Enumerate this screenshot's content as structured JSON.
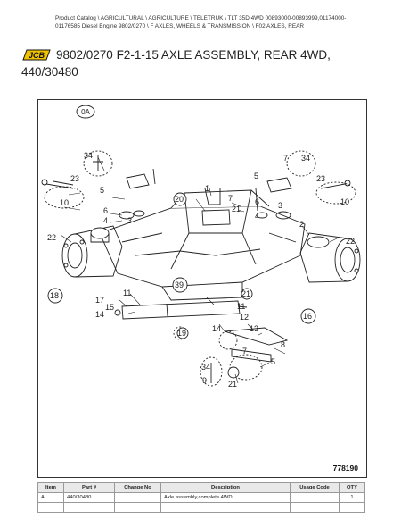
{
  "breadcrumb": "Product Catalog  \\  AGRICULTURAL  \\  AGRICULTURE  \\  TELETRUK  \\  TLT 35D 4WD 00893000-00893999,01174000-01176585 Diesel Engine 9802/0270  \\  F AXLES, WHEELS & TRANSMISSION  \\  F02 AXLES, REAR",
  "logo_text": "JCB",
  "title_line1": "9802/0270 F2-1-15 AXLE ASSEMBLY, REAR 4WD,",
  "title_line2": "440/30480",
  "diagram": {
    "view_label": "0A",
    "reference_number": "778190",
    "callouts": [
      "34",
      "5",
      "23",
      "10",
      "6",
      "4",
      "3",
      "22",
      "18",
      "17",
      "14",
      "11",
      "15",
      "20",
      "39",
      "19",
      "1",
      "7",
      "21",
      "2",
      "12",
      "13",
      "16",
      "8",
      "9"
    ]
  },
  "parts_table": {
    "headers": [
      "Item",
      "Part #",
      "Change No",
      "Description",
      "Usage Code",
      "QTY"
    ],
    "rows": [
      {
        "item": "A",
        "part": "440/30480",
        "change": "",
        "description": "Axle assembly,complete 4WD",
        "usage": "",
        "qty": "1"
      },
      {
        "item": "",
        "part": "",
        "change": "",
        "description": "",
        "usage": "",
        "qty": ""
      }
    ]
  }
}
